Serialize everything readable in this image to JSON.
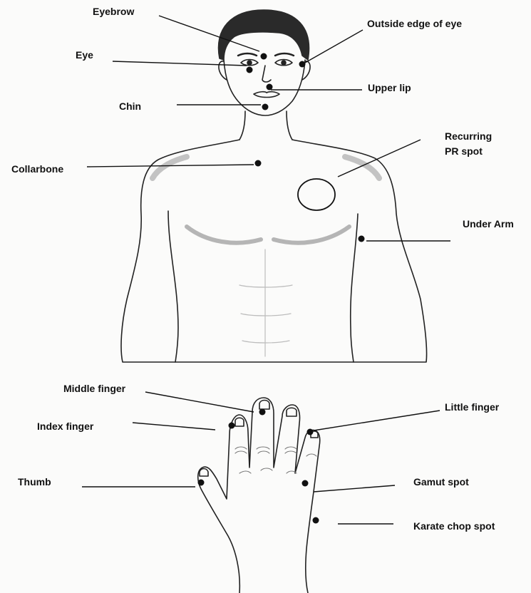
{
  "labels": {
    "eyebrow": "Eyebrow",
    "outside_edge_of_eye": "Outside edge of eye",
    "eye": "Eye",
    "upper_lip": "Upper lip",
    "chin": "Chin",
    "recurring_pr_line1": "Recurring",
    "recurring_pr_line2": "PR spot",
    "collarbone": "Collarbone",
    "under_arm": "Under Arm",
    "middle_finger": "Middle finger",
    "index_finger": "Index finger",
    "little_finger": "Little finger",
    "thumb": "Thumb",
    "gamut_spot": "Gamut spot",
    "karate_chop_spot": "Karate chop spot"
  },
  "colors": {
    "ink": "#111111",
    "skin_shade": "#c9c9c9",
    "hair": "#2a2a2a",
    "background": "#fbfbfa"
  }
}
